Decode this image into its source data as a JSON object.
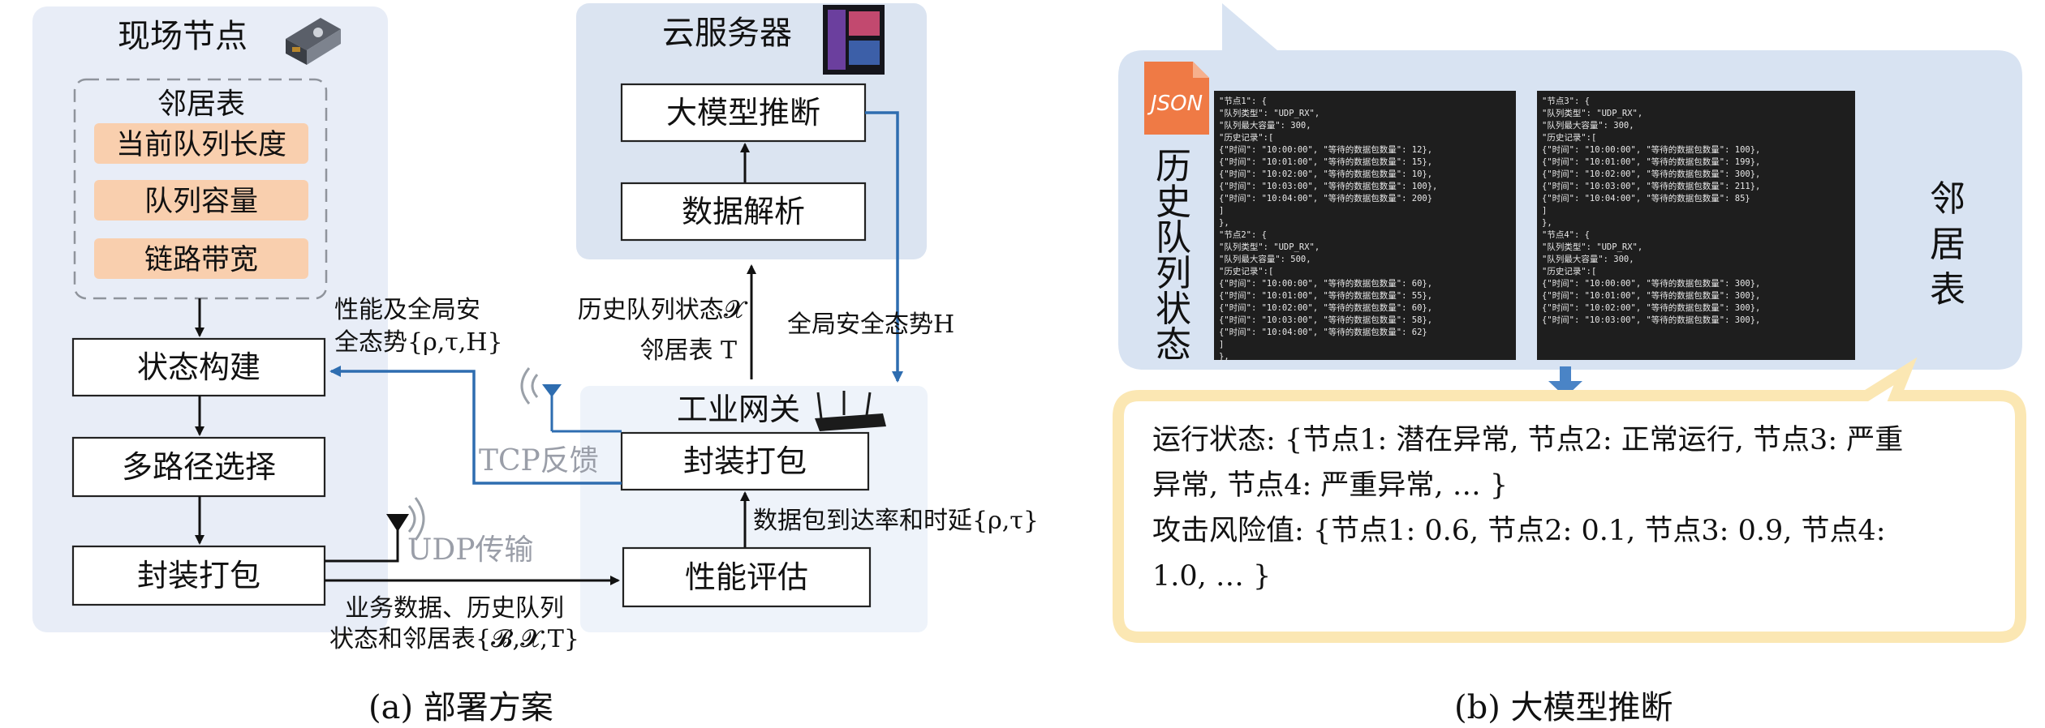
{
  "panel_a": {
    "field_node": {
      "title": "现场节点",
      "neighbor_table": {
        "title": "邻居表",
        "items": [
          "当前队列长度",
          "队列容量",
          "链路带宽"
        ]
      },
      "state_build": "状态构建",
      "multipath": "多路径选择",
      "packing": "封装打包"
    },
    "cloud": {
      "title": "云服务器",
      "llm_infer": "大模型推断",
      "data_parse": "数据解析"
    },
    "gateway": {
      "title": "工业网关",
      "packing": "封装打包",
      "perf_eval": "性能评估"
    },
    "labels": {
      "feedback_line1": "性能及全局安",
      "feedback_line2": "全态势{ρ,τ,H}",
      "tcp": "TCP反馈",
      "udp": "UDP传输",
      "biz_line1": "业务数据、历史队列",
      "biz_line2": "状态和邻居表{𝓑,𝓧,T}",
      "hist_state": "历史队列状态𝓧",
      "neighbor_T": "邻居表 T",
      "global_H": "全局安全态势H",
      "rate_delay": "数据包到达率和时延{ρ,τ}"
    },
    "caption": "(a) 部署方案"
  },
  "panel_b": {
    "json_badge": "JSON",
    "hist_label": "历史队列状态",
    "neighbor_label": "邻居表",
    "code_left": [
      "\"节点1\": {",
      "  \"队列类型\": \"UDP_RX\",",
      "  \"队列最大容量\": 300,",
      "  \"历史记录\":[",
      "    {\"时间\": \"10:00:00\", \"等待的数据包数量\": 12},",
      "    {\"时间\": \"10:01:00\", \"等待的数据包数量\": 15},",
      "    {\"时间\": \"10:02:00\", \"等待的数据包数量\": 10},",
      "    {\"时间\": \"10:03:00\", \"等待的数据包数量\": 100},",
      "    {\"时间\": \"10:04:00\", \"等待的数据包数量\": 200}",
      "  ]",
      "},",
      "\"节点2\": {",
      "  \"队列类型\": \"UDP_RX\",",
      "  \"队列最大容量\": 500,",
      "  \"历史记录\":[",
      "    {\"时间\": \"10:00:00\", \"等待的数据包数量\": 60},",
      "    {\"时间\": \"10:01:00\", \"等待的数据包数量\": 55},",
      "    {\"时间\": \"10:02:00\", \"等待的数据包数量\": 60},",
      "    {\"时间\": \"10:03:00\", \"等待的数据包数量\": 58},",
      "    {\"时间\": \"10:04:00\", \"等待的数据包数量\": 62}",
      "  ]",
      "},"
    ],
    "code_right": [
      "\"节点3\": {",
      "  \"队列类型\": \"UDP_RX\",",
      "  \"队列最大容量\": 300,",
      "  \"历史记录\":[",
      "    {\"时间\": \"10:00:00\", \"等待的数据包数量\": 100},",
      "    {\"时间\": \"10:01:00\", \"等待的数据包数量\": 199},",
      "    {\"时间\": \"10:02:00\", \"等待的数据包数量\": 300},",
      "    {\"时间\": \"10:03:00\", \"等待的数据包数量\": 211},",
      "    {\"时间\": \"10:04:00\", \"等待的数据包数量\": 85}",
      "  ]",
      "},",
      "\"节点4\": {",
      "  \"队列类型\": \"UDP_RX\",",
      "  \"队列最大容量\": 300,",
      "  \"历史记录\":[",
      "    {\"时间\": \"10:00:00\", \"等待的数据包数量\": 300},",
      "    {\"时间\": \"10:01:00\", \"等待的数据包数量\": 300},",
      "    {\"时间\": \"10:02:00\", \"等待的数据包数量\": 300},",
      "    {\"时间\": \"10:03:00\", \"等待的数据包数量\": 300},"
    ],
    "answer": {
      "status_line1": "运行状态: {节点1: 潜在异常, 节点2: 正常运行, 节点3: 严重",
      "status_line2": "异常, 节点4: 严重异常, … }",
      "risk_line1": "攻击风险值: {节点1: 0.6, 节点2: 0.1, 节点3: 0.9, 节点4:",
      "risk_line2": "1.0, … }"
    },
    "caption": "(b) 大模型推断"
  },
  "colors": {
    "panel_bg": "#e8edf7",
    "cloud_bg": "#dbe4f1",
    "gateway_bg": "#eef3fa",
    "bubble_bg": "#d8e3f2",
    "answer_border": "#fbe7b3",
    "orange_box": "#f9cfae",
    "blue_line": "#2e6db0",
    "code_bg": "#1e1e1e",
    "json_badge": "#ef7a45"
  }
}
